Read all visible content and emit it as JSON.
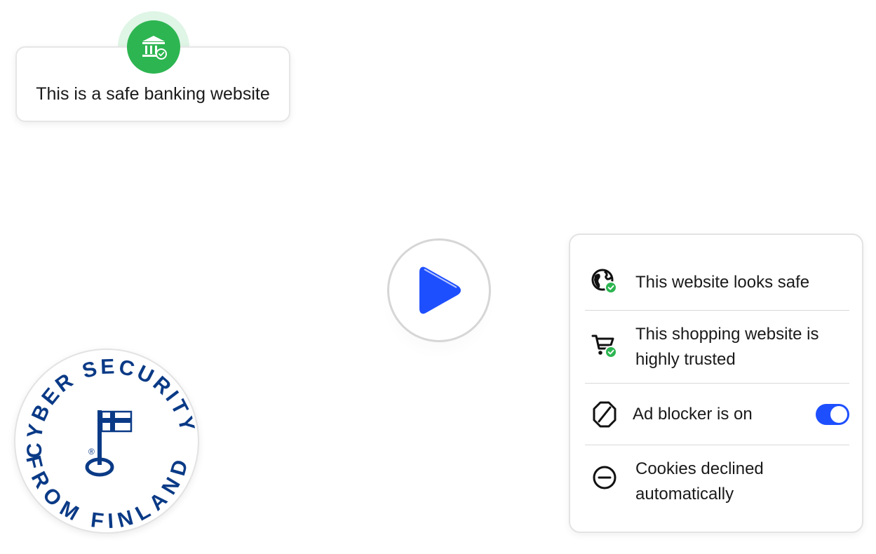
{
  "bank_card": {
    "text": "This is a safe banking website",
    "icon": "bank-check-icon",
    "color": "#2db551"
  },
  "play_button": {
    "icon": "play-icon",
    "color": "#1e4fff"
  },
  "badge": {
    "top_text": "CYBER SECURITY",
    "bottom_text": "FROM FINLAND",
    "registered": "®",
    "icon": "finnish-flag-key-icon",
    "color": "#0a3a86"
  },
  "panel": {
    "items": [
      {
        "label": "This website looks safe",
        "icon": "globe-check-icon"
      },
      {
        "label": "This shopping website is highly trusted",
        "icon": "cart-check-icon"
      },
      {
        "label": "Ad blocker is on",
        "icon": "no-ads-icon",
        "toggle_on": true
      },
      {
        "label": "Cookies declined automatically",
        "icon": "minus-circle-icon"
      }
    ],
    "accent": "#1e4fff",
    "check_color": "#2db551"
  }
}
